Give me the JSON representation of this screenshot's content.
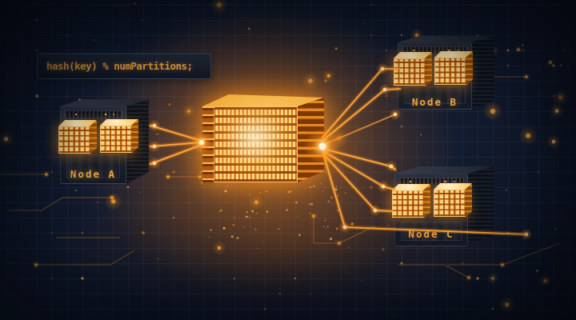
{
  "code_box": {
    "text": "hash(key) % numPartitions;"
  },
  "nodes": [
    {
      "id": "node-a",
      "label": "Node A"
    },
    {
      "id": "node-b",
      "label": "Node B"
    },
    {
      "id": "node-c",
      "label": "Node C"
    }
  ],
  "central_element": {
    "role": "partition-store-cube"
  },
  "colors": {
    "background": "#131c30",
    "accent": "#f59c28",
    "glow": "#ff9a1e",
    "code_text": "#f2a43e",
    "label_text": "#f3a846",
    "line": "#ffab38"
  }
}
